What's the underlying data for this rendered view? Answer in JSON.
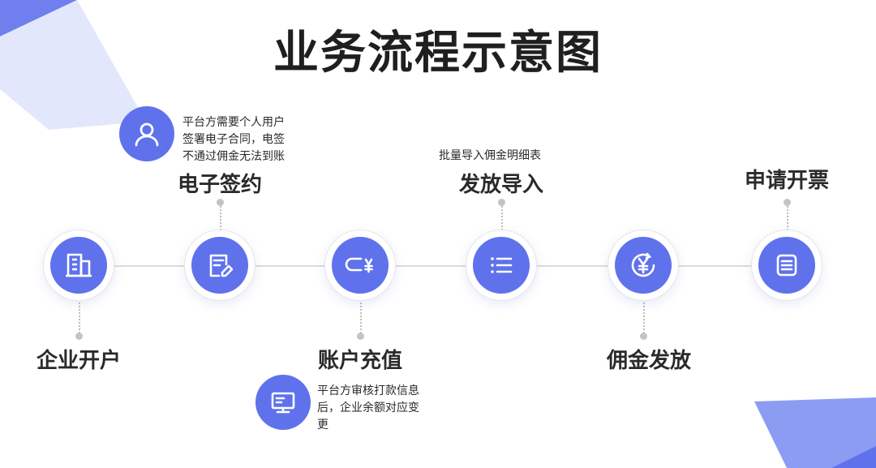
{
  "title": "业务流程示意图",
  "colors": {
    "accent": "#5f72ec",
    "decor_light": "#e3e7fb",
    "decor_mid": "#8d9cf3"
  },
  "steps": [
    {
      "label": "企业开户",
      "icon": "building-icon"
    },
    {
      "label": "电子签约",
      "icon": "contract-edit-icon"
    },
    {
      "label": "账户充值",
      "icon": "card-yuan-icon"
    },
    {
      "label": "发放导入",
      "icon": "list-icon"
    },
    {
      "label": "佣金发放",
      "icon": "yuan-circle-icon"
    },
    {
      "label": "申请开票",
      "icon": "invoice-icon"
    }
  ],
  "notes": {
    "sign": {
      "icon": "user-icon",
      "lines": [
        "平台方需要个人用户",
        "签署电子合同，电签",
        "不通过佣金无法到账"
      ]
    },
    "import": {
      "text": "批量导入佣金明细表"
    },
    "recharge": {
      "icon": "monitor-icon",
      "lines": [
        "平台方审核打款信息",
        "后，企业余额对应变",
        "更"
      ]
    }
  }
}
